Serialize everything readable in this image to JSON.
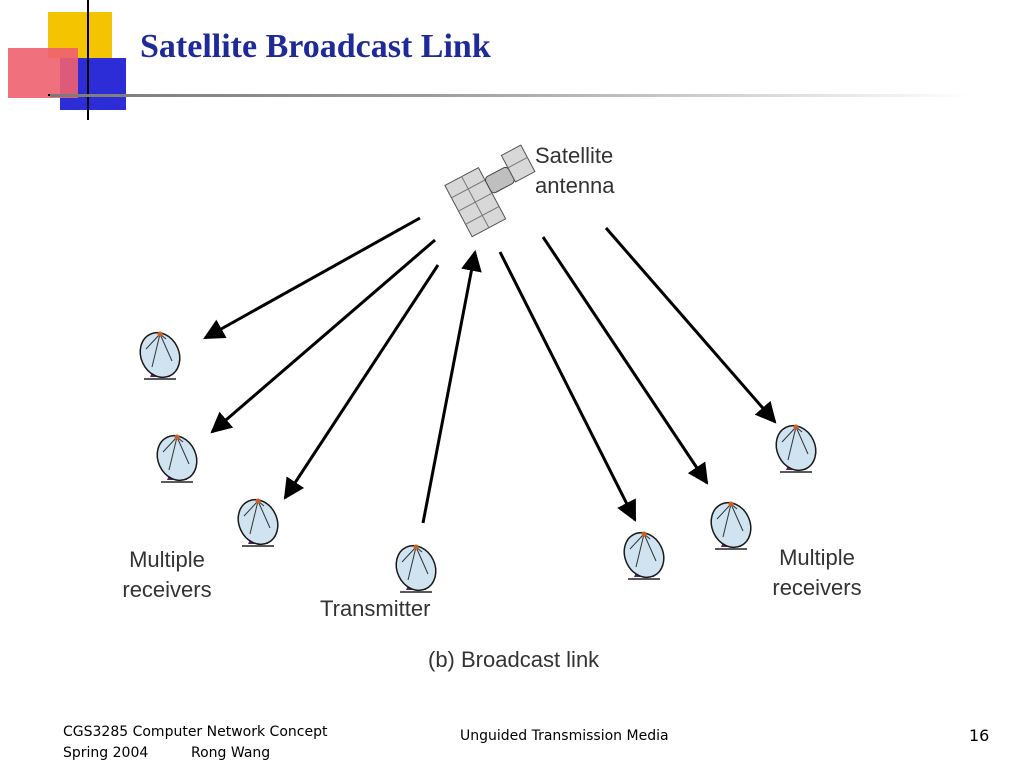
{
  "slide": {
    "title": "Satellite Broadcast Link"
  },
  "diagram": {
    "satellite_label_line1": "Satellite",
    "satellite_label_line2": "antenna",
    "left_receivers_line1": "Multiple",
    "left_receivers_line2": "receivers",
    "right_receivers_line1": "Multiple",
    "right_receivers_line2": "receivers",
    "transmitter_label": "Transmitter",
    "caption": "(b) Broadcast link"
  },
  "footer": {
    "course": "CGS3285 Computer Network Concept",
    "term": "Spring 2004",
    "author": "Rong Wang",
    "topic": "Unguided Transmission Media",
    "page_number": "16"
  },
  "colors": {
    "title": "#1f2a99",
    "dish": "#cfe3f0",
    "dish_stand": "#5a1f6e"
  }
}
